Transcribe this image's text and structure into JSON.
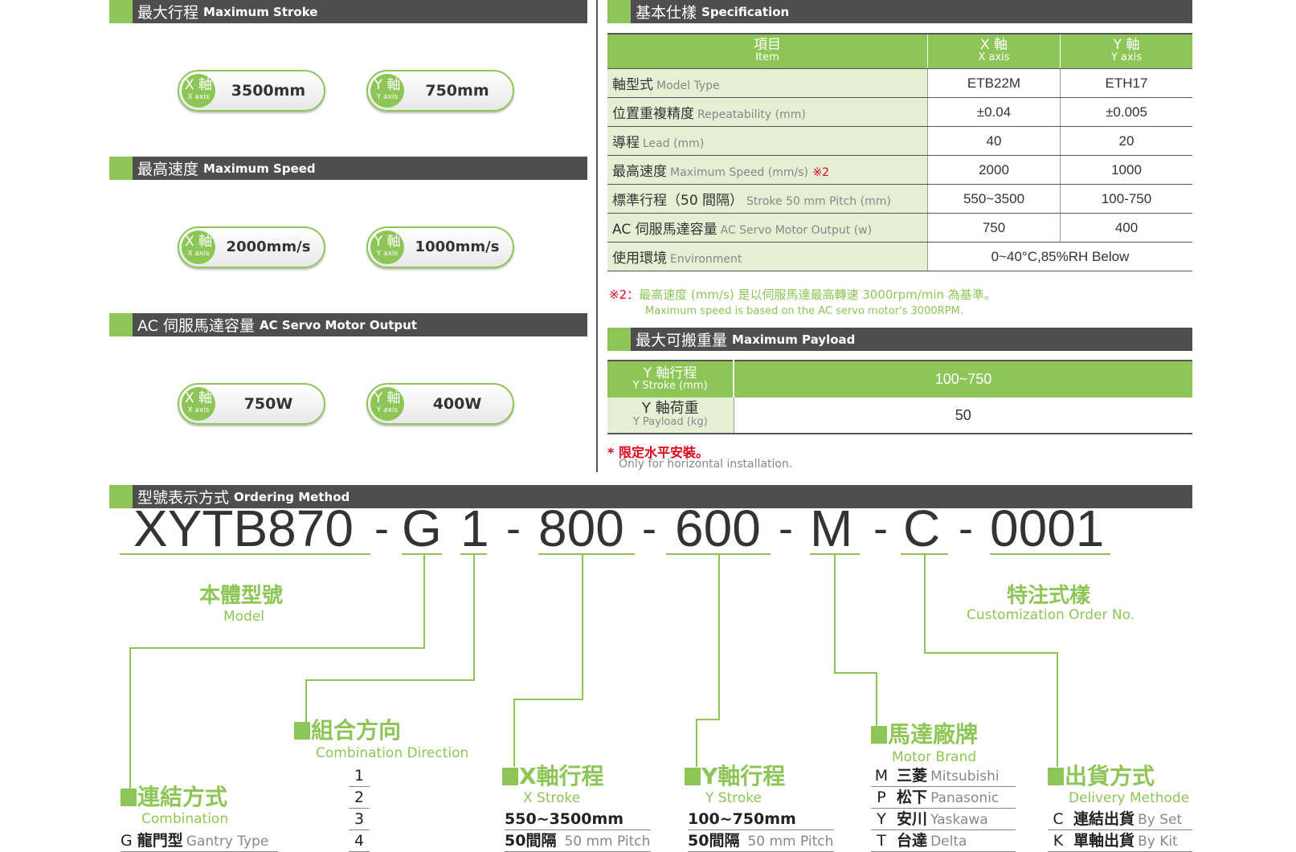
{
  "stroke": {
    "zh": "最大行程",
    "en": "Maximum Stroke",
    "x_value": "3500mm",
    "y_value": "750mm"
  },
  "speed": {
    "zh": "最高速度",
    "en": "Maximum Speed",
    "x_value": "2000mm/s",
    "y_value": "1000mm/s"
  },
  "servo": {
    "zh": "AC 伺服馬達容量",
    "en": "AC Servo Motor Output",
    "x_value": "750W",
    "y_value": "400W"
  },
  "axis": {
    "x_zh": "X 軸",
    "x_en": "X axis",
    "y_zh": "Y 軸",
    "y_en": "Y axis"
  },
  "spec": {
    "zh": "基本仕樣",
    "en": "Specification",
    "head": {
      "item_zh": "項目",
      "item_en": "Item",
      "x_zh": "X 軸",
      "x_en": "X axis",
      "y_zh": "Y 軸",
      "y_en": "Y axis"
    },
    "rows": [
      {
        "zh": "軸型式",
        "en": "Model Type",
        "note": "",
        "x": "ETB22M",
        "y": "ETH17"
      },
      {
        "zh": "位置重複精度",
        "en": "Repeatability (mm)",
        "note": "",
        "x": "±0.04",
        "y": "±0.005"
      },
      {
        "zh": "導程",
        "en": "Lead (mm)",
        "note": "",
        "x": "40",
        "y": "20"
      },
      {
        "zh": "最高速度",
        "en": "Maximum Speed (mm/s)",
        "note": "※2",
        "x": "2000",
        "y": "1000"
      },
      {
        "zh": "標準行程（50 間隔）",
        "en": "Stroke 50 mm Pitch (mm)",
        "note": "",
        "x": "550~3500",
        "y": "100-750"
      },
      {
        "zh": "AC 伺服馬達容量",
        "en": "AC Servo Motor Output (w)",
        "note": "",
        "x": "750",
        "y": "400"
      }
    ],
    "env": {
      "zh": "使用環境",
      "en": "Environment",
      "value": "0~40°C,85%RH Below"
    },
    "note_mark": "※2：",
    "note_zh": "最高速度 (mm/s) 是以伺服馬達最高轉速 3000rpm/min 為基準。",
    "note_en": "Maximum speed is based on the AC servo motor's 3000RPM."
  },
  "payload": {
    "zh": "最大可搬重量",
    "en": "Maximum Payload",
    "stroke_zh": "Y 軸行程",
    "stroke_en": "Y Stroke (mm)",
    "stroke_value": "100~750",
    "load_zh": "Y 軸荷重",
    "load_en": "Y Payload (kg)",
    "load_value": "50",
    "note_zh": "* 限定水平安裝。",
    "note_en": "Only for horizontal installation."
  },
  "ordering": {
    "zh": "型號表示方式",
    "en": "Ordering Method",
    "code": {
      "model": "XYTB870",
      "g": "G",
      "dir": "1",
      "xs": "800",
      "ys": "600",
      "motor": "M",
      "ship": "C",
      "custom": "0001",
      "dash": "-"
    },
    "model_zh": "本體型號",
    "model_en": "Model",
    "custom_zh": "特注式樣",
    "custom_en": "Customization Order No.",
    "combination": {
      "zh": "連結方式",
      "en": "Combination",
      "code": "G",
      "item_zh": "龍門型",
      "item_en": "Gantry Type"
    },
    "direction": {
      "zh": "組合方向",
      "en": "Combination Direction",
      "items": [
        "1",
        "2",
        "3",
        "4"
      ]
    },
    "xstroke": {
      "zh": "X軸行程",
      "en": "X Stroke",
      "range": "550~3500mm",
      "pitch_zh": "50間隔",
      "pitch_en": "50 mm Pitch"
    },
    "ystroke": {
      "zh": "Y軸行程",
      "en": "Y Stroke",
      "range": "100~750mm",
      "pitch_zh": "50間隔",
      "pitch_en": "50 mm Pitch"
    },
    "motor": {
      "zh": "馬達廠牌",
      "en": "Motor Brand",
      "items": [
        {
          "code": "M",
          "zh": "三菱",
          "en": "Mitsubishi"
        },
        {
          "code": "P",
          "zh": "松下",
          "en": "Panasonic"
        },
        {
          "code": "Y",
          "zh": "安川",
          "en": "Yaskawa"
        },
        {
          "code": "T",
          "zh": "台達",
          "en": "Delta"
        }
      ]
    },
    "delivery": {
      "zh": "出貨方式",
      "en": "Delivery Methode",
      "items": [
        {
          "code": "C",
          "zh": "連結出貨",
          "en": "By Set"
        },
        {
          "code": "K",
          "zh": "單軸出貨",
          "en": "By Kit"
        }
      ]
    }
  },
  "colors": {
    "accent": "#8dc657",
    "header": "#4e4e4e",
    "note": "#e6001a"
  }
}
